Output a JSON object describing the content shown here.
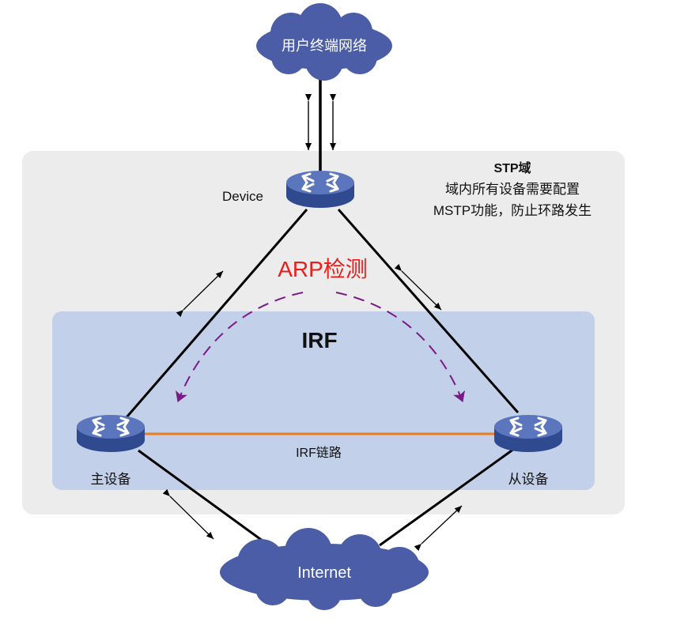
{
  "top_cloud": {
    "label": "用户终端网络"
  },
  "bottom_cloud": {
    "label": "Internet"
  },
  "stp_region": {
    "title": "STP域",
    "desc_line1": "域内所有设备需要配置",
    "desc_line2": "MSTP功能，防止环路发生"
  },
  "irf_region": {
    "title": "IRF"
  },
  "device": {
    "label": "Device"
  },
  "master": {
    "label": "主设备"
  },
  "slave": {
    "label": "从设备"
  },
  "irf_link": {
    "label": "IRF链路"
  },
  "arp": {
    "label": "ARP检测"
  },
  "colors": {
    "stp_bg": "#ececec",
    "irf_bg": "#c3d0ea",
    "cloud": "#4a5da6",
    "switch": "#4a64ad",
    "irf_link": "#f07a1e",
    "arp_text": "#ee1b1b",
    "arp_arrow": "#7a1a86"
  }
}
